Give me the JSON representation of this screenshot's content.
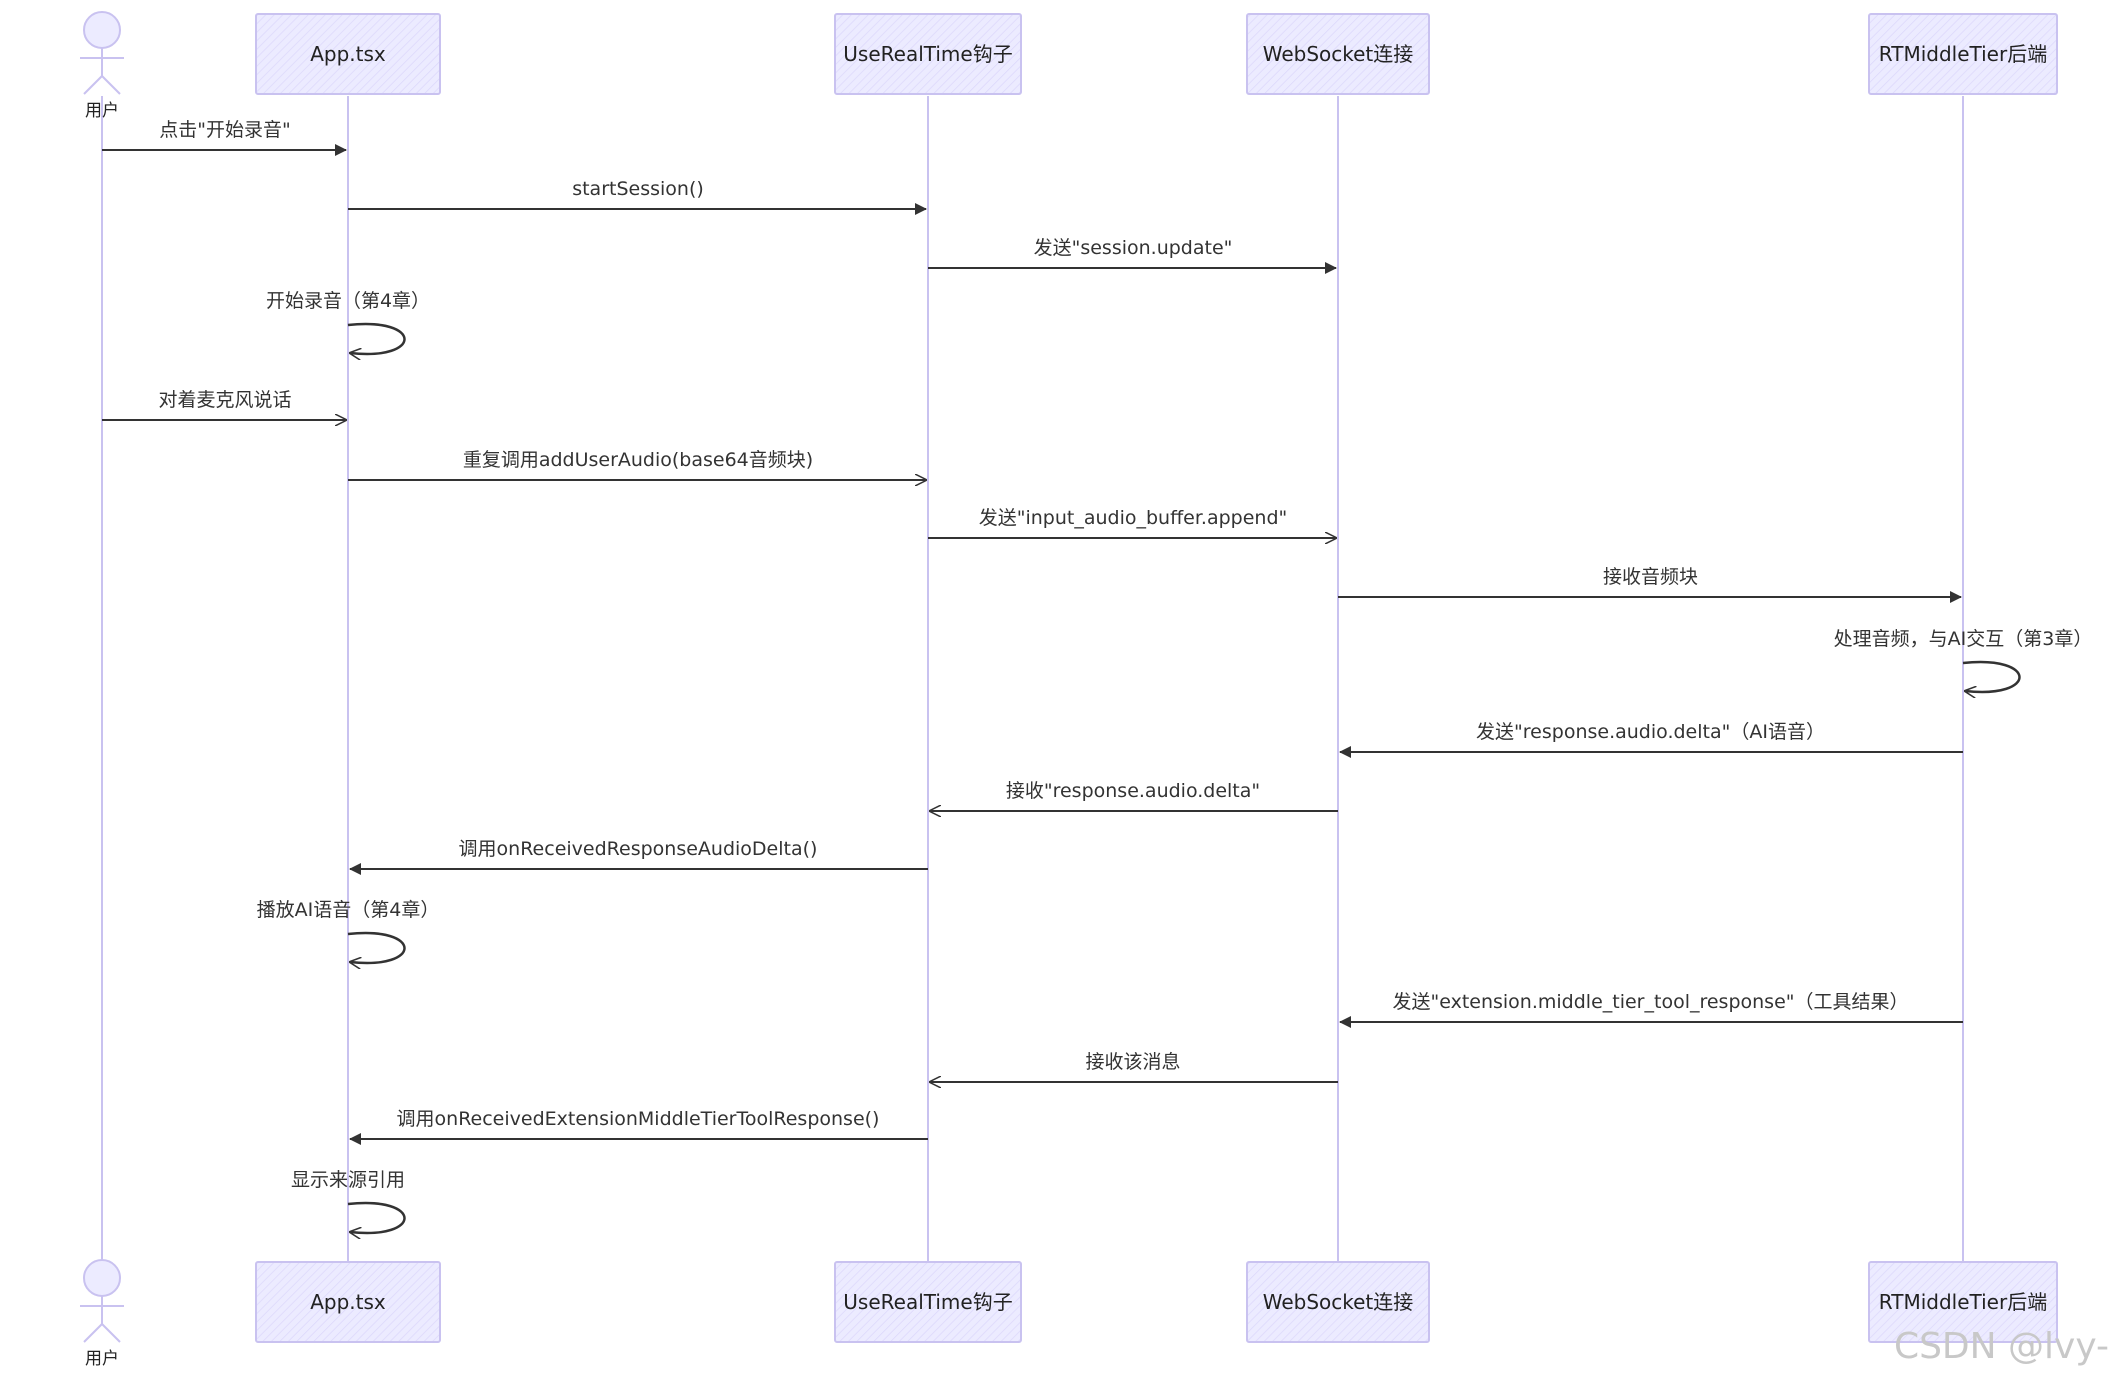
{
  "participants": [
    {
      "id": "user",
      "label": "用户",
      "kind": "person"
    },
    {
      "id": "app",
      "label": "App.tsx",
      "kind": "box"
    },
    {
      "id": "hook",
      "label": "UseRealTime钩子",
      "kind": "box"
    },
    {
      "id": "ws",
      "label": "WebSocket连接",
      "kind": "box"
    },
    {
      "id": "rt",
      "label": "RTMiddleTier后端",
      "kind": "box"
    }
  ],
  "messages": [
    {
      "from": "user",
      "to": "app",
      "label": "点击\"开始录音\"",
      "style": "solid"
    },
    {
      "from": "app",
      "to": "hook",
      "label": "startSession()",
      "style": "solid"
    },
    {
      "from": "hook",
      "to": "ws",
      "label": "发送\"session.update\"",
      "style": "solid"
    },
    {
      "from": "app",
      "to": "app",
      "label": "开始录音（第4章）",
      "style": "self"
    },
    {
      "from": "user",
      "to": "app",
      "label": "对着麦克风说话",
      "style": "open"
    },
    {
      "from": "app",
      "to": "hook",
      "label": "重复调用addUserAudio(base64音频块)",
      "style": "open"
    },
    {
      "from": "hook",
      "to": "ws",
      "label": "发送\"input_audio_buffer.append\"",
      "style": "open"
    },
    {
      "from": "ws",
      "to": "rt",
      "label": "接收音频块",
      "style": "solid"
    },
    {
      "from": "rt",
      "to": "rt",
      "label": "处理音频，与AI交互（第3章）",
      "style": "self"
    },
    {
      "from": "rt",
      "to": "ws",
      "label": "发送\"response.audio.delta\"（AI语音）",
      "style": "solid"
    },
    {
      "from": "ws",
      "to": "hook",
      "label": "接收\"response.audio.delta\"",
      "style": "open"
    },
    {
      "from": "hook",
      "to": "app",
      "label": "调用onReceivedResponseAudioDelta()",
      "style": "solid"
    },
    {
      "from": "app",
      "to": "app",
      "label": "播放AI语音（第4章）",
      "style": "self"
    },
    {
      "from": "rt",
      "to": "ws",
      "label": "发送\"extension.middle_tier_tool_response\"（工具结果）",
      "style": "solid"
    },
    {
      "from": "ws",
      "to": "hook",
      "label": "接收该消息",
      "style": "open"
    },
    {
      "from": "hook",
      "to": "app",
      "label": "调用onReceivedExtensionMiddleTierToolResponse()",
      "style": "solid"
    },
    {
      "from": "app",
      "to": "app",
      "label": "显示来源引用",
      "style": "self"
    }
  ],
  "watermark": "CSDN @lvy-",
  "colors": {
    "lifeline": "#c9c2f0",
    "box_fill": "#ecebff",
    "box_stroke": "#c9c2f0",
    "arrow": "#333333"
  }
}
